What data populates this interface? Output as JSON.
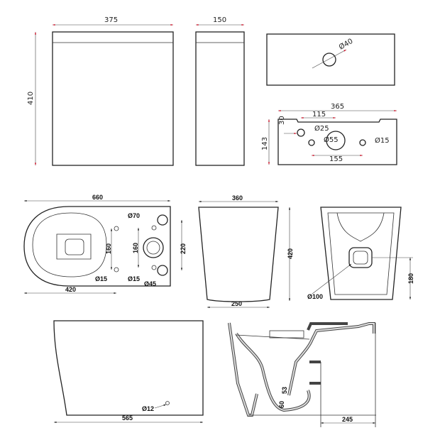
{
  "cistern_front": {
    "width": "375",
    "height": "410"
  },
  "cistern_side": {
    "depth": "150"
  },
  "cistern_top": {
    "hole": "Ø40"
  },
  "cistern_back": {
    "width": "365",
    "offset_115": "115",
    "offset_30": "30",
    "height_143": "143",
    "hole_25": "Ø25",
    "hole_55": "Ø55",
    "hole_15": "Ø15",
    "spacing_155": "155"
  },
  "pan_plan": {
    "length": "660",
    "outlet": "Ø70",
    "fix_spacing_left": "160",
    "fix_spacing_right": "160",
    "inlet_spacing": "220",
    "fix_hole_left": "Ø15",
    "fix_hole_right": "Ø15",
    "inlet_hole": "Ø45",
    "seat_length": "420"
  },
  "pan_front": {
    "top_width": "360",
    "height": "420",
    "base_width": "250"
  },
  "pan_rear": {
    "outlet": "Ø100",
    "outlet_height": "180"
  },
  "pan_side": {
    "fix_hole": "Ø12",
    "length": "565"
  },
  "pan_section": {
    "outlet_setback": "245",
    "dim_53": "53",
    "dim_60": "60"
  }
}
